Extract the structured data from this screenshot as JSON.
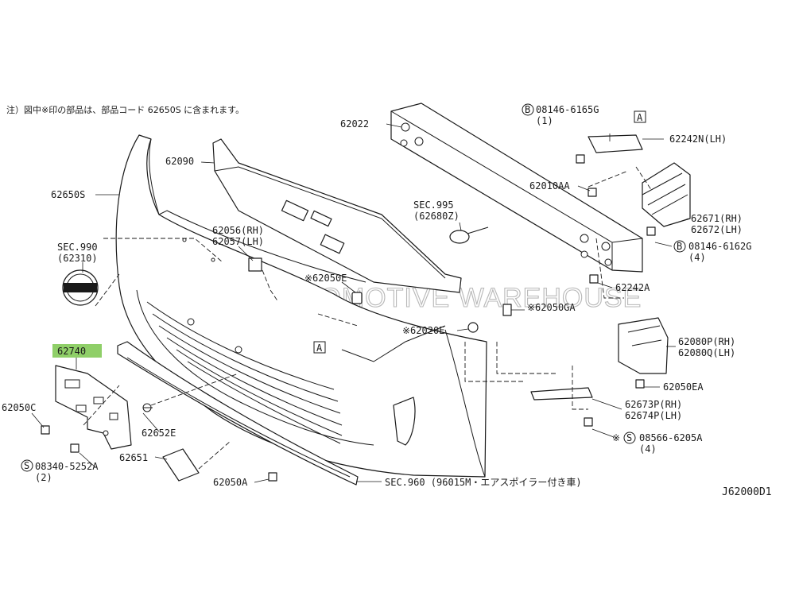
{
  "note": "注）図中※印の部品は、部品コード 62650S に含まれます。",
  "diagram_code": "J62000D1",
  "watermark": "AUTOMOTIVE WAREHOUSE",
  "highlight_color": "#8fcf68",
  "labels": {
    "p62022": "62022",
    "p62090": "62090",
    "p62650S": "62650S",
    "sec990": "SEC.990",
    "sec990_sub": "(62310)",
    "p62056": "62056(RH)",
    "p62057": "62057(LH)",
    "p62050E": "※62050E",
    "p62740": "62740",
    "p62050C": "62050C",
    "p62652E": "62652E",
    "p62651": "62651",
    "bolt08340": "08340-5252A",
    "bolt08340_qty": "(2)",
    "p62050A": "62050A",
    "sec960": "SEC.960 (96015M・エアスポイラー付き車)",
    "sec995": "SEC.995",
    "sec995_sub": "(62680Z)",
    "p62010AA": "62010AA",
    "bolt08146a": "08146-6165G",
    "bolt08146a_qty": "(1)",
    "p62242N": "62242N(LH)",
    "p62671": "62671(RH)",
    "p62672": "62672(LH)",
    "bolt08146b": "08146-6162G",
    "bolt08146b_qty": "(4)",
    "p62242A": "62242A",
    "p62050GA": "※62050GA",
    "p62020E": "※62020E",
    "p62080P": "62080P(RH)",
    "p62080Q": "62080Q(LH)",
    "p62050EA": "62050EA",
    "p62673P": "62673P(RH)",
    "p62674P": "62674P(LH)",
    "bolt08566": "08566-6205A",
    "bolt08566_qty": "(4)",
    "ref_a": "A",
    "circle_b": "B",
    "circle_s": "S"
  }
}
